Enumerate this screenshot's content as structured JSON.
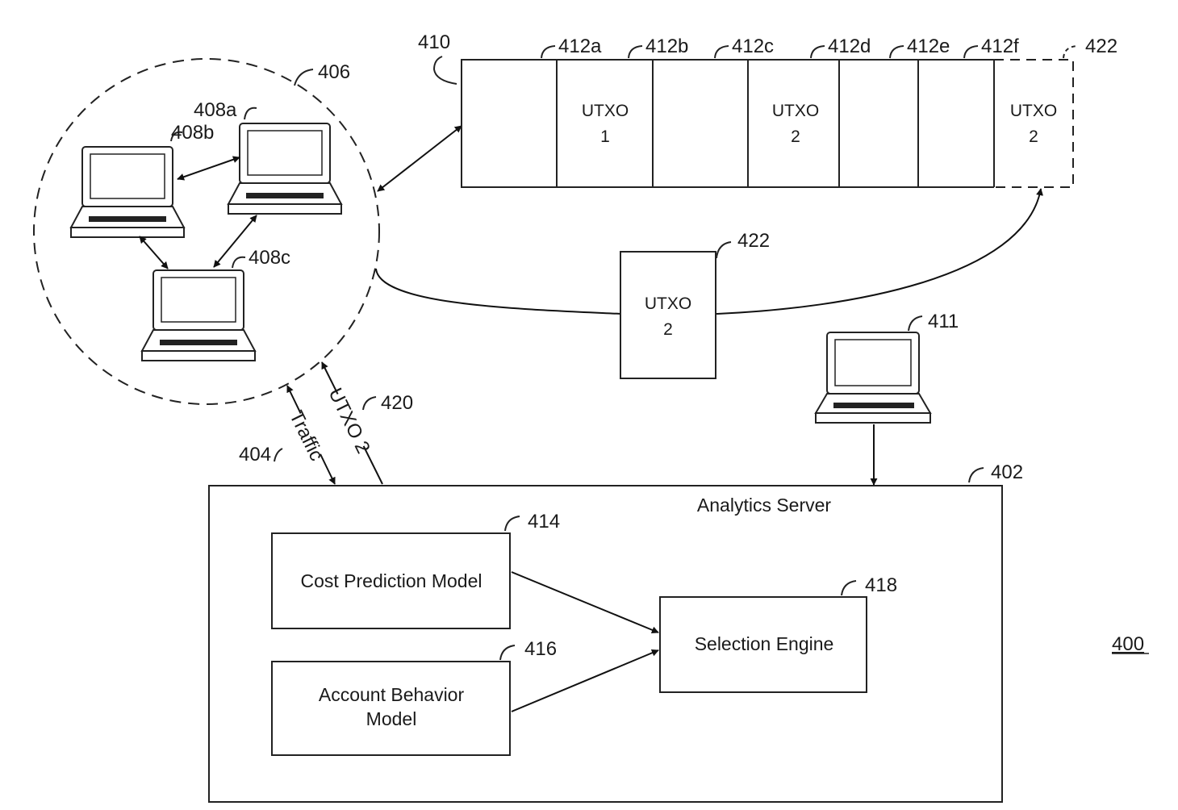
{
  "figure_number": "400",
  "network": {
    "ref": "406",
    "devices": [
      {
        "ref": "408a"
      },
      {
        "ref": "408b"
      },
      {
        "ref": "408c"
      }
    ]
  },
  "blockchain": {
    "ref": "410",
    "blocks": [
      {
        "ref": "412a",
        "line1": "",
        "line2": ""
      },
      {
        "ref": "412b",
        "line1": "UTXO",
        "line2": "1"
      },
      {
        "ref": "412c",
        "line1": "",
        "line2": ""
      },
      {
        "ref": "412d",
        "line1": "UTXO",
        "line2": "2"
      },
      {
        "ref": "412e",
        "line1": "",
        "line2": ""
      },
      {
        "ref": "412f",
        "line1": "",
        "line2": ""
      }
    ],
    "pending_block": {
      "ref": "422",
      "line1": "UTXO",
      "line2": "2"
    }
  },
  "transaction": {
    "ref": "422",
    "line1": "UTXO",
    "line2": "2"
  },
  "client_device": {
    "ref": "411"
  },
  "traffic": {
    "ref": "404",
    "label": "Traffic"
  },
  "utxo_submission": {
    "ref": "420",
    "label": "UTXO 2"
  },
  "server": {
    "ref": "402",
    "title": "Analytics Server",
    "cost_model": {
      "ref": "414",
      "label": "Cost Prediction Model"
    },
    "behavior_model": {
      "ref": "416",
      "line1": "Account Behavior",
      "line2": "Model"
    },
    "selection_engine": {
      "ref": "418",
      "label": "Selection Engine"
    }
  }
}
